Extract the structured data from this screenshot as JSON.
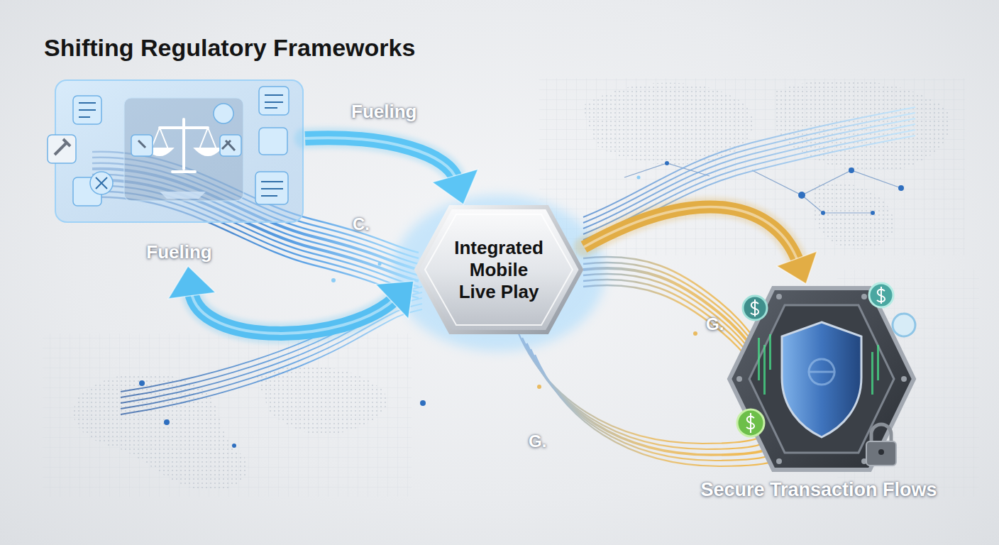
{
  "diagram": {
    "title": "Shifting Regulatory Frameworks",
    "nodes": [
      {
        "text": [
          "Fueling"
        ]
      },
      {
        "text": [
          "Integrated Mobile Live Play"
        ]
      },
      {
        "text": [
          "Secure Transaction Flows"
        ]
      }
    ],
    "edges": [
      {
        "from": 0,
        "to": 1,
        "arrow": "to",
        "label": "Fueling"
      },
      {
        "from": 0,
        "to": 1,
        "arrow": "both"
      },
      {
        "from": 1,
        "to": 2,
        "arrow": "to"
      }
    ],
    "labels": [
      "C.",
      "G.",
      "G."
    ]
  }
}
